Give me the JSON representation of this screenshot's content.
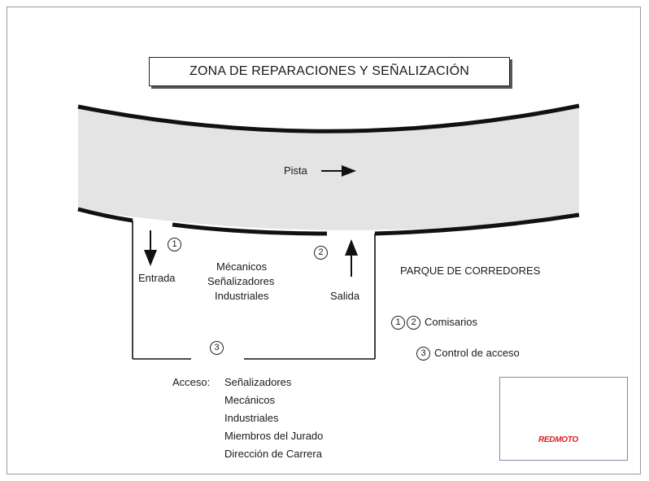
{
  "title": "ZONA DE REPARACIONES Y SEÑALIZACIÓN",
  "track_label": "Pista",
  "pit": {
    "entry_label": "Entrada",
    "exit_label": "Salida",
    "occupants": [
      "Mécanicos",
      "Señalizadores",
      "Industriales"
    ]
  },
  "markers": {
    "one": "1",
    "two": "2",
    "three": "3"
  },
  "paddock_label": "PARQUE DE CORREDORES",
  "legend": {
    "marshals": "Comisarios",
    "access_control": "Control de acceso"
  },
  "access": {
    "heading": "Acceso:",
    "items": [
      "Señalizadores",
      "Mecánicos",
      "Industriales",
      "Miembros del Jurado",
      "Dirección de Carrera"
    ]
  },
  "logo_text": "REDMOTO",
  "colors": {
    "track": "#e4e4e4",
    "line": "#111111",
    "logo_accent": "#d81f26"
  }
}
